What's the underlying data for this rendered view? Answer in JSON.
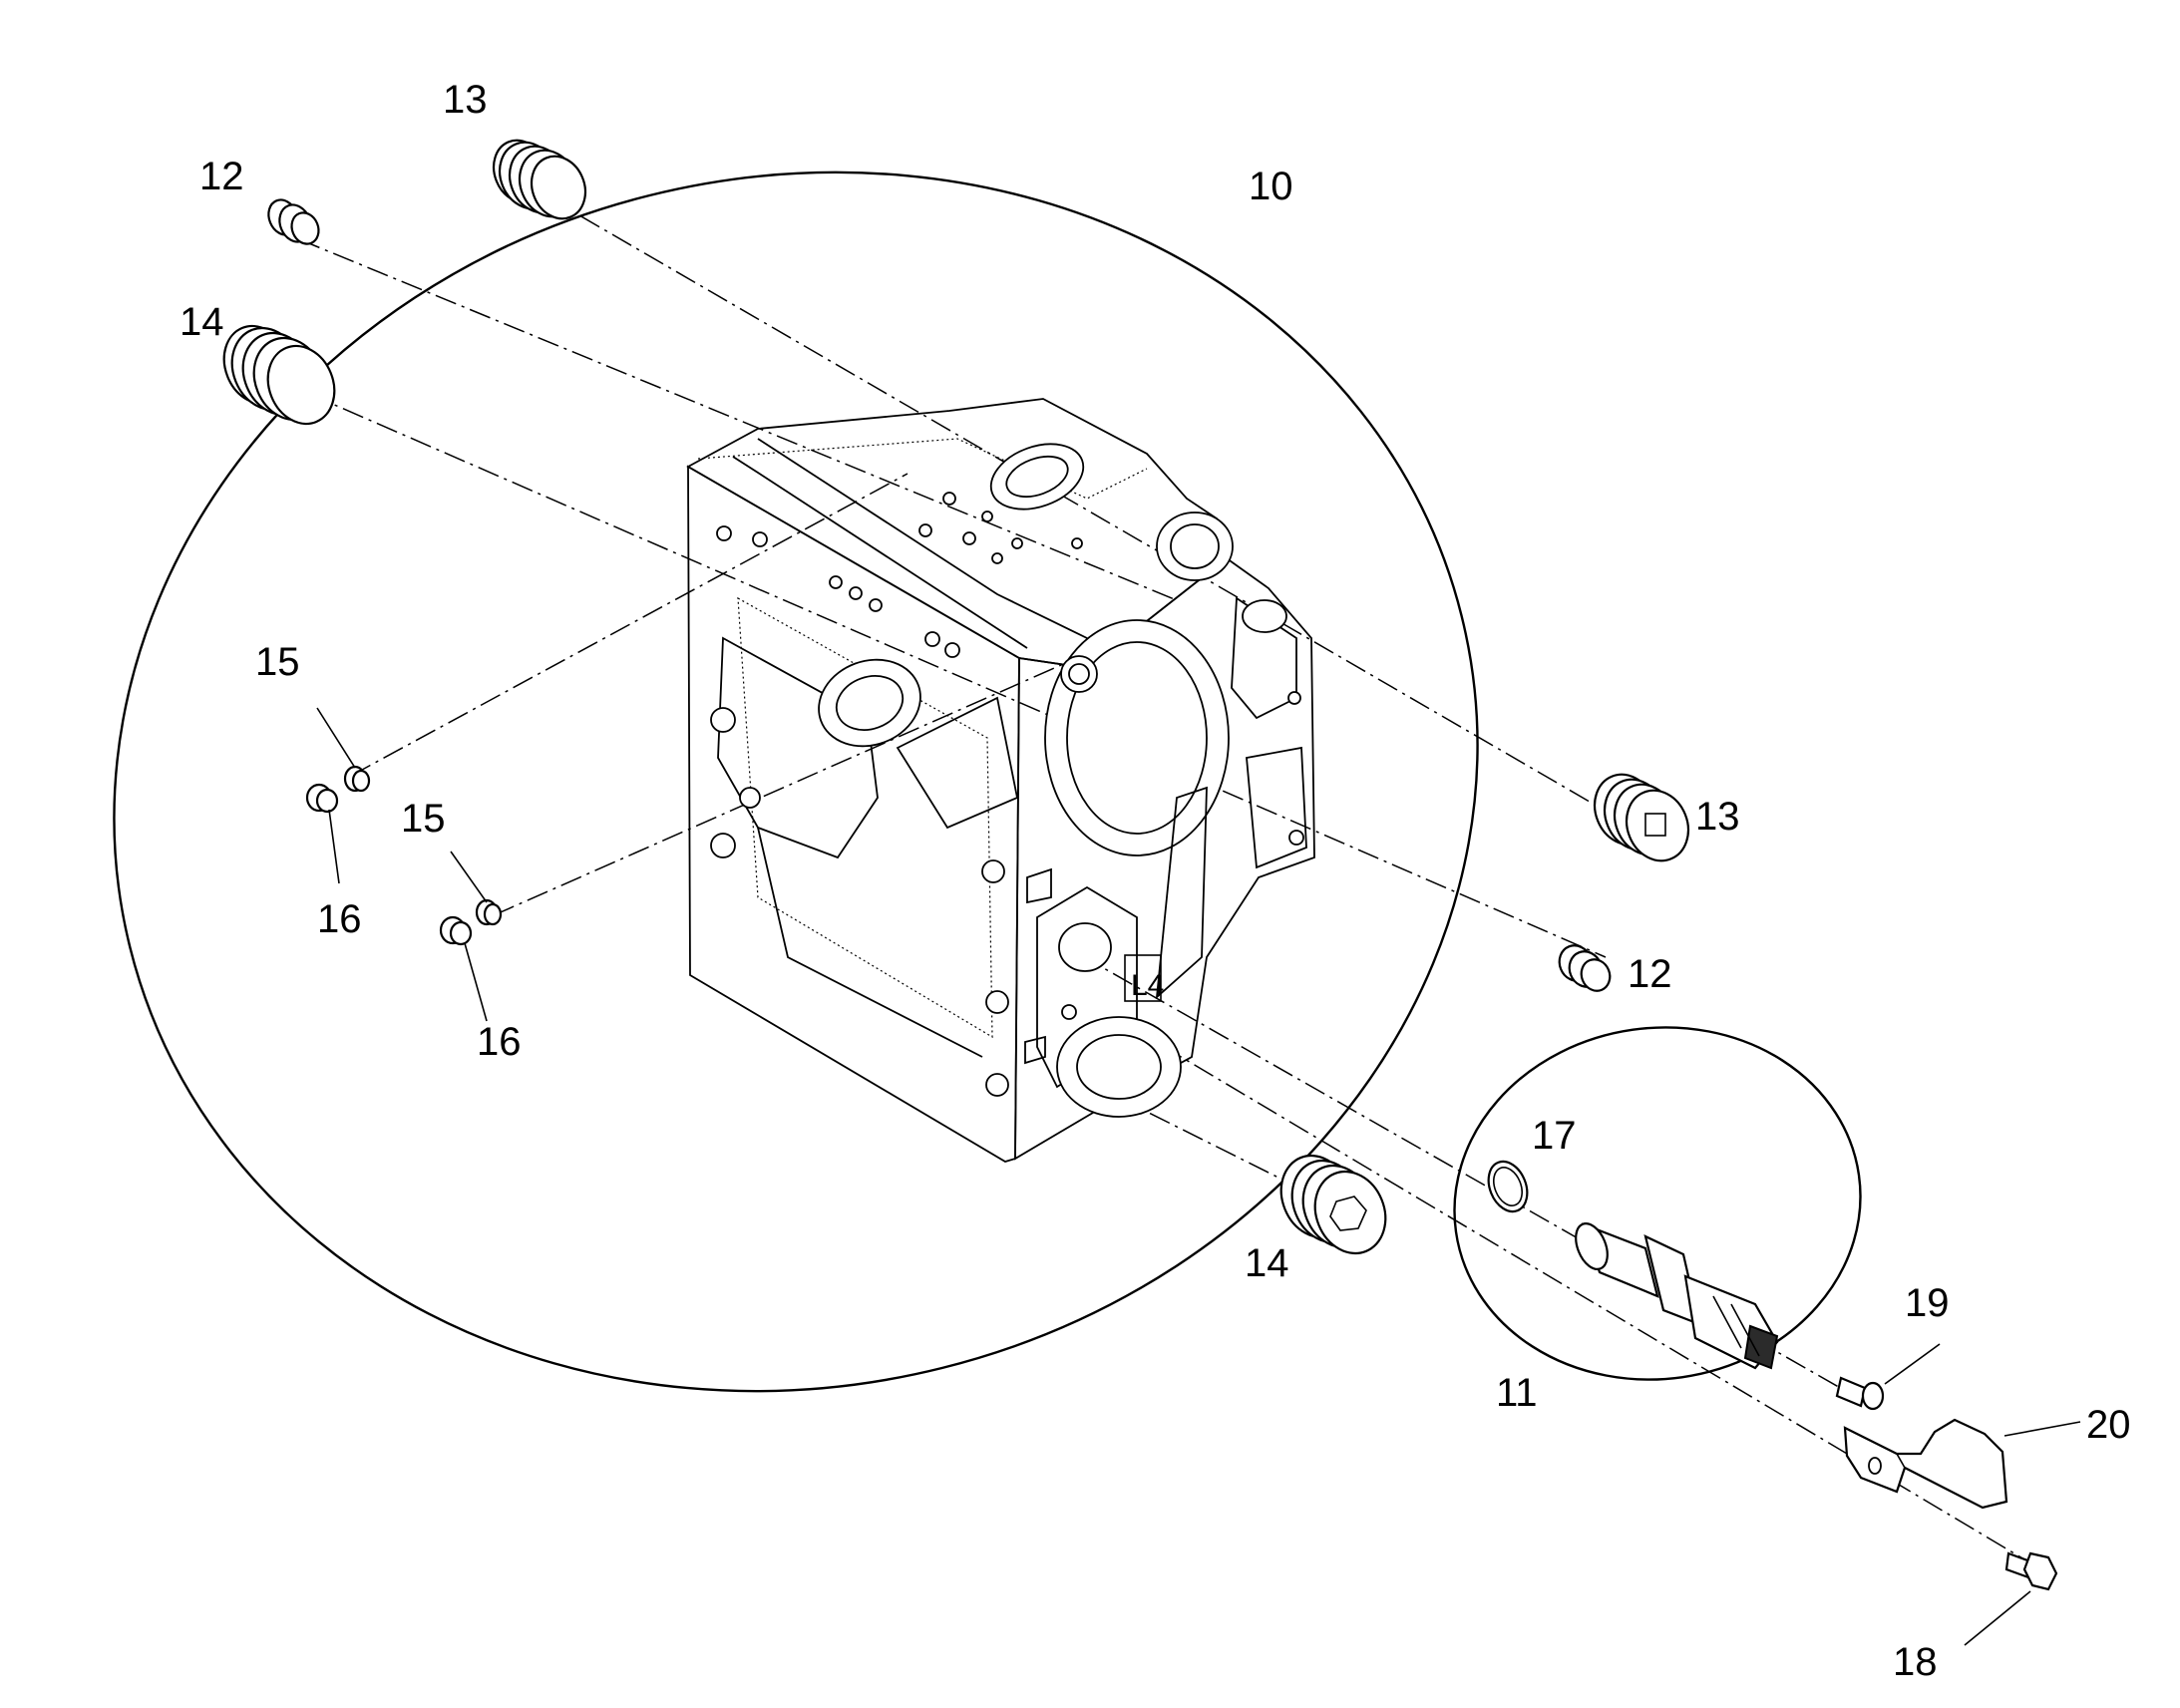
{
  "callouts": {
    "c10": "10",
    "c11": "11",
    "c12a": "12",
    "c12b": "12",
    "c13a": "13",
    "c13b": "13",
    "c14a": "14",
    "c14b": "14",
    "c15a": "15",
    "c15b": "15",
    "c16a": "16",
    "c16b": "16",
    "c17": "17",
    "c18": "18",
    "c19": "19",
    "c20": "20"
  }
}
